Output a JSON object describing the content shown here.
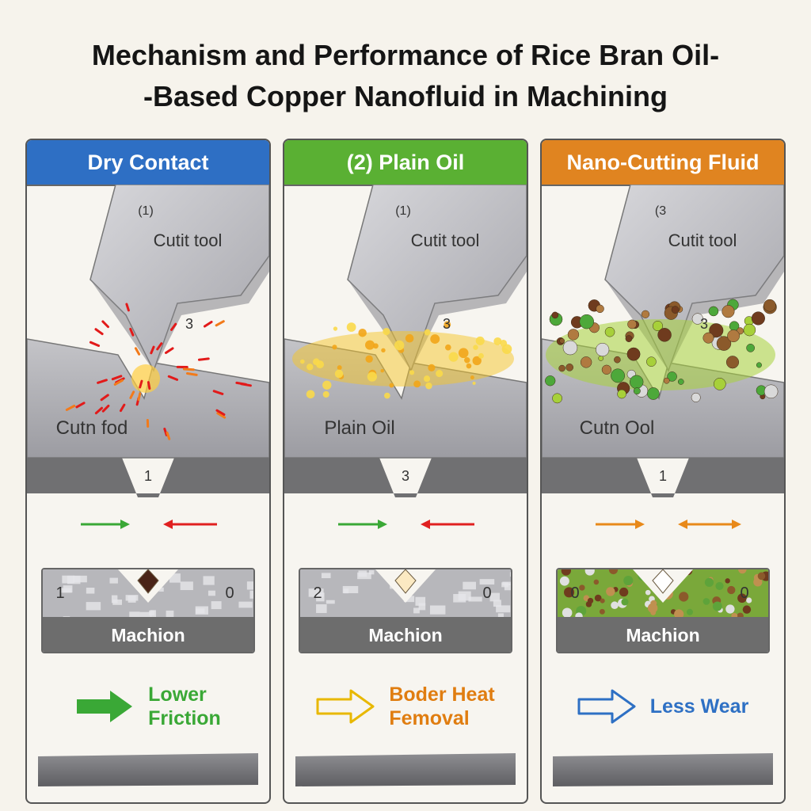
{
  "title": {
    "line1": "Mechanism and Performance of Rice Bran Oil-",
    "line2": "-Based Copper Nanofluid in Machining"
  },
  "panels": [
    {
      "header": "Dry Contact",
      "header_color": "#2e6fc4",
      "badge_top": "(1)",
      "tool_label": "Cutit tool",
      "tip_badge": "3",
      "workpiece_label": "Cutn fod",
      "bottom_badge": "1",
      "arrow_left_color": "#3aa836",
      "arrow_right_color": "#e02020",
      "mach_badge_left": "1",
      "mach_badge_right": "0",
      "machine_label": "Machion",
      "benefit_icon": "solid-arrow-right-icon",
      "benefit_color": "#3aa836",
      "benefit_lines": [
        "Lower",
        "Friction"
      ]
    },
    {
      "header": "(2) Plain Oil",
      "header_color": "#5ab033",
      "badge_top": "(1)",
      "tool_label": "Cutit tool",
      "tip_badge": "3",
      "workpiece_label": "Plain Oil",
      "bottom_badge": "3",
      "arrow_left_color": "#3aa836",
      "arrow_right_color": "#e02020",
      "mach_badge_left": "2",
      "mach_badge_right": "0",
      "machine_label": "Machion",
      "benefit_icon": "outline-arrow-right-icon",
      "benefit_color": "#e8b800",
      "benefit_lines": [
        "Boder Heat",
        "Femoval"
      ]
    },
    {
      "header": "Nano-Cutting Fluid",
      "header_color": "#e08420",
      "badge_top": "(3",
      "tool_label": "Cutit tool",
      "tip_badge": "3",
      "workpiece_label": "Cutn Ool",
      "bottom_badge": "1",
      "arrow_left_color": "#e8891a",
      "arrow_right_color": "#e8891a",
      "mach_badge_left": "0",
      "mach_badge_right": "0",
      "machine_label": "Machion",
      "benefit_icon": "outline-arrow-right-icon",
      "benefit_color": "#2e70c4",
      "benefit_lines": [
        "Less Wear"
      ]
    }
  ]
}
